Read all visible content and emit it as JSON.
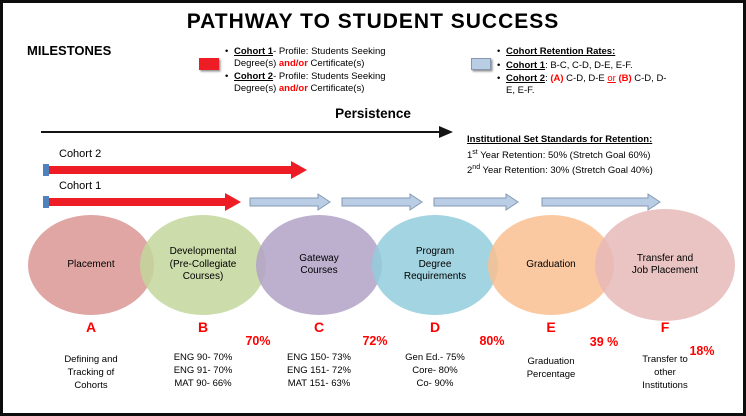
{
  "title": "PATHWAY TO STUDENT SUCCESS",
  "milestones_label": "MILESTONES",
  "persistence_label": "Persistence",
  "colors": {
    "red": "#ff0000",
    "arrow-red": "#ee1c25",
    "blue-fill": "#b9cde5",
    "blue-stroke": "#8499b1",
    "start-tab-blue": "#4f81bd"
  },
  "legend_profiles": {
    "items": [
      {
        "name": "Cohort 1",
        "pre": "- Profile: Students Seeking Degree(s) ",
        "andor": "and/or",
        "post": " Certificate(s)"
      },
      {
        "name": "Cohort 2",
        "pre": "- Profile: Students Seeking Degree(s) ",
        "andor": "and/or",
        "post": " Certificate(s)"
      }
    ]
  },
  "legend_retention": {
    "title": "Cohort Retention Rates:",
    "cohort1": {
      "name": "Cohort 1",
      "text": ": B-C, C-D, D-E, E-F."
    },
    "cohort2": {
      "name": "Cohort 2",
      "colon": ": ",
      "a": "(A)",
      "mid": " C-D, D-E ",
      "or": "or",
      "b": " (B)",
      "tail": " C-D, D-E, E-F."
    }
  },
  "standards": {
    "title": "Institutional Set Standards for Retention:",
    "lines": [
      {
        "pre": "1",
        "sup": "st",
        "post": " Year Retention: 50% (Stretch Goal 60%)"
      },
      {
        "pre": "2",
        "sup": "nd",
        "post": " Year Retention: 30% (Stretch Goal 40%)"
      }
    ]
  },
  "cohort2_label": "Cohort 2",
  "cohort1_label": "Cohort 1",
  "stages": [
    {
      "letter": "A",
      "color": "#d99694",
      "label_lines": [
        "Placement"
      ],
      "percent": null,
      "notes": [
        "Defining and",
        "Tracking of",
        "Cohorts"
      ]
    },
    {
      "letter": "B",
      "color": "#c3d69b",
      "label_lines": [
        "Developmental",
        "(Pre-Collegiate",
        "Courses)"
      ],
      "percent": "70%",
      "notes": [
        "ENG 90- 70%",
        "ENG 91- 70%",
        "MAT 90- 66%"
      ]
    },
    {
      "letter": "C",
      "color": "#b2a2c7",
      "label_lines": [
        "Gateway",
        "Courses"
      ],
      "percent": "72%",
      "notes": [
        "ENG 150- 73%",
        "ENG 151- 72%",
        "MAT 151- 63%"
      ]
    },
    {
      "letter": "D",
      "color": "#93cddd",
      "label_lines": [
        "Program",
        "Degree",
        "Requirements"
      ],
      "percent": "80%",
      "notes": [
        "Gen Ed.- 75%",
        "Core- 80%",
        "Co- 90%"
      ]
    },
    {
      "letter": "E",
      "color": "#fac090",
      "label_lines": [
        "Graduation"
      ],
      "percent": "39 %",
      "notes": [
        "Graduation",
        "Percentage"
      ]
    },
    {
      "letter": "F",
      "color": "#e6b9b8",
      "label_lines": [
        "Transfer and",
        "Job Placement"
      ],
      "percent": "18%",
      "notes": [
        "Transfer to",
        "other",
        "Institutions"
      ]
    }
  ]
}
